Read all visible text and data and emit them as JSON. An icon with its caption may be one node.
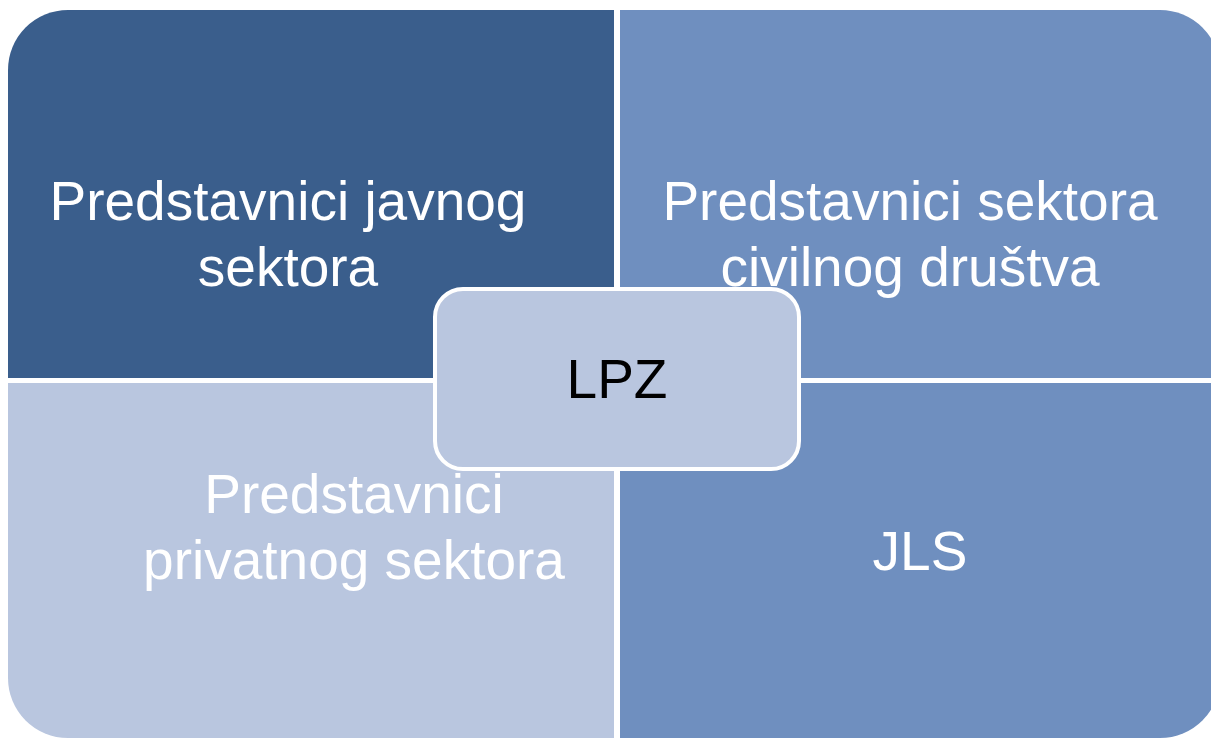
{
  "diagram": {
    "nodes": [
      {
        "text": [
          "Predstavnici javnog sektora"
        ]
      },
      {
        "text": [
          "Predstavnici sektora civilnog društva"
        ]
      },
      {
        "text": [
          "LPZ"
        ]
      },
      {
        "text": [
          "Predstavnici privatnog sektora"
        ]
      },
      {
        "text": [
          "JLS"
        ]
      }
    ]
  }
}
